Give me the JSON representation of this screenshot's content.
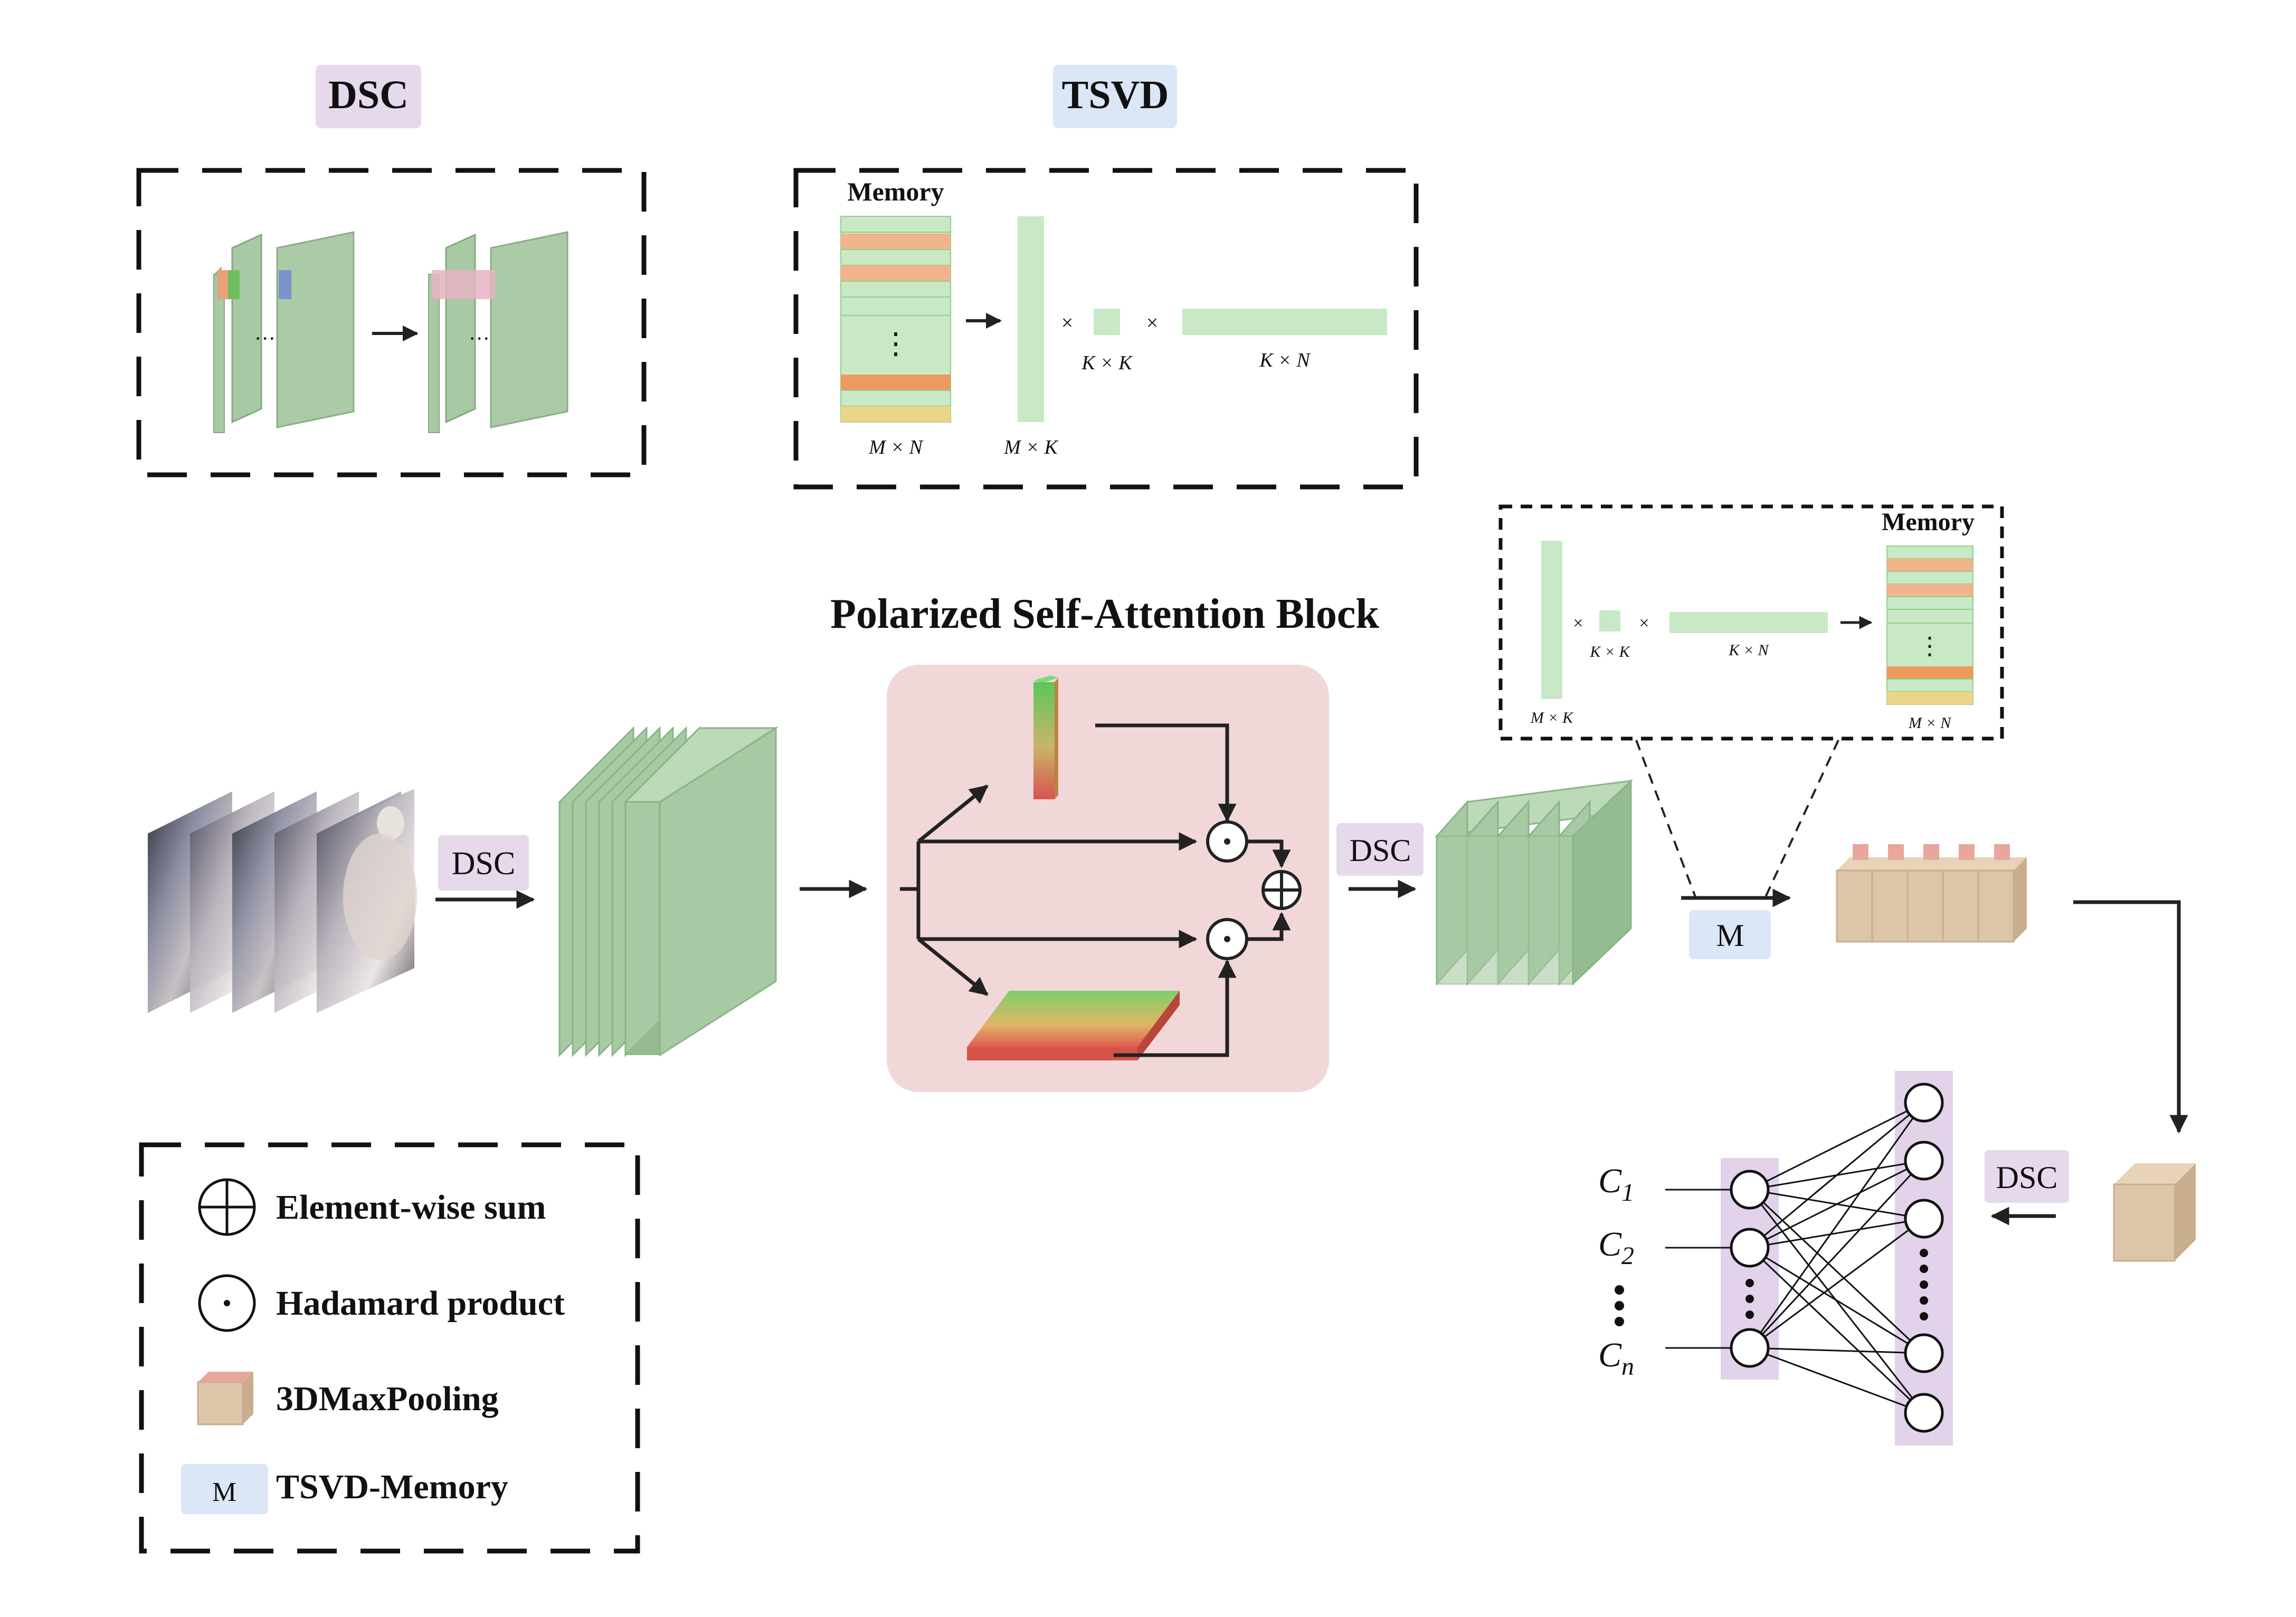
{
  "section_labels": {
    "dsc": "DSC",
    "tsvd": "TSVD",
    "psa_title": "Polarized Self-Attention Block"
  },
  "tsvd_box": {
    "memory_title": "Memory",
    "dots": "⋮",
    "times": "×",
    "mxn": "M × N",
    "mxk": "M × K",
    "kxk": "K × K",
    "kxn": "K × N"
  },
  "memory_box": {
    "memory_title": "Memory",
    "dots": "⋮",
    "times": "×",
    "mxn": "M × N",
    "mxk": "M × K",
    "kxk": "K × K",
    "kxn": "K × N"
  },
  "flow_labels": {
    "dsc_1": "DSC",
    "dsc_2": "DSC",
    "dsc_3": "DSC",
    "m_box": "M"
  },
  "classifier": {
    "c1": "C",
    "c1_sub": "1",
    "c2": "C",
    "c2_sub": "2",
    "cn": "C",
    "cn_sub": "n",
    "dots": "⋮"
  },
  "legend": {
    "items": [
      {
        "label": "Element-wise sum"
      },
      {
        "label": "Hadamard product"
      },
      {
        "label": "3DMaxPooling"
      },
      {
        "label": "TSVD-Memory",
        "badge": "M"
      }
    ]
  },
  "colors": {
    "purple_badge": "#e6d9ec",
    "blue_badge": "#dbe7f7",
    "feature_green": "#a7c9a3",
    "light_green": "#c9e9c6",
    "attention_bg": "#f2d7d9",
    "pool_tan": "#dcc5a8",
    "classifier_purple": "#e2d2ea",
    "memory_orange": "#f2b48a",
    "memory_dark_orange": "#ec9a5e",
    "memory_yellow": "#ead58a"
  }
}
